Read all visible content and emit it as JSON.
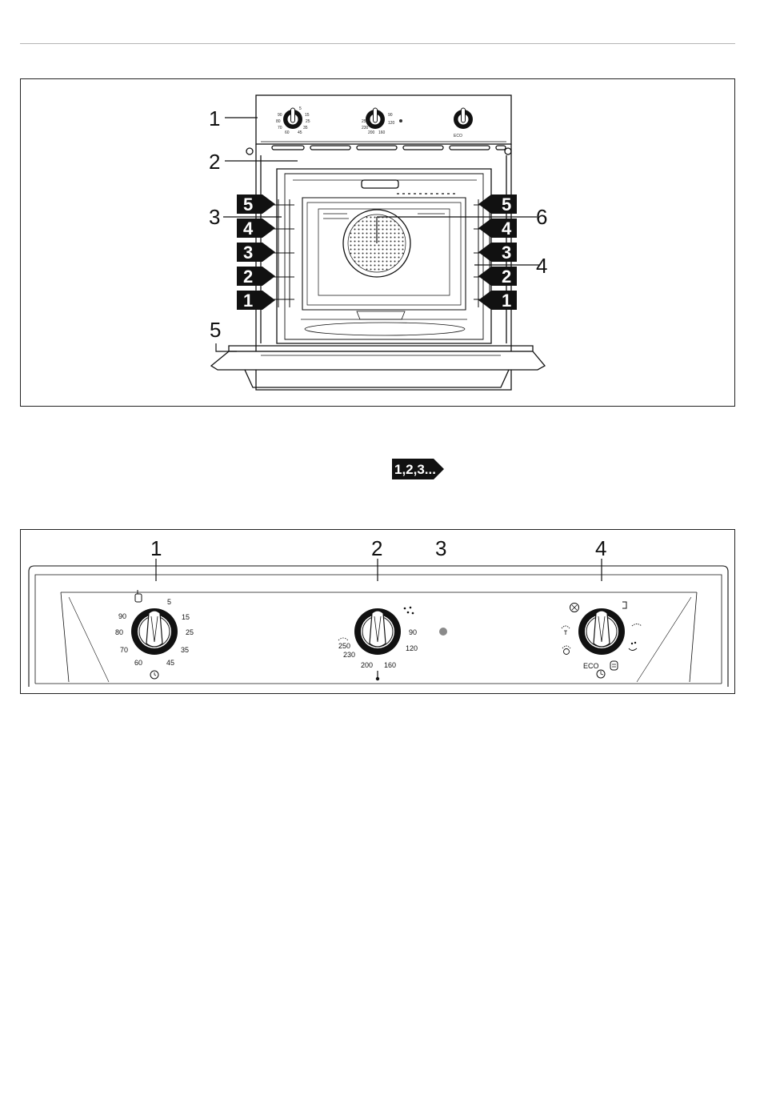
{
  "figure1": {
    "callouts": [
      "1",
      "2",
      "3",
      "6",
      "4",
      "5"
    ],
    "shelf_levels": [
      "5",
      "4",
      "3",
      "2",
      "1"
    ],
    "control_panel_labels": {
      "left": [
        "5",
        "15",
        "25",
        "35",
        "45",
        "60",
        "70",
        "80",
        "90"
      ],
      "middle": [
        "90",
        "120",
        "160",
        "200",
        "230",
        "250"
      ],
      "right": [
        "ECO"
      ]
    }
  },
  "badge": {
    "text": "1,2,3..."
  },
  "figure2": {
    "callouts": [
      "1",
      "2",
      "3",
      "4"
    ],
    "timer_dial": {
      "labels": [
        "5",
        "15",
        "25",
        "35",
        "45",
        "60",
        "70",
        "80",
        "90"
      ],
      "icons": [
        "hand-icon",
        "clock-icon"
      ]
    },
    "thermostat_dial": {
      "labels": [
        "90",
        "120",
        "160",
        "200",
        "230",
        "250"
      ],
      "icons": [
        "defrost-icon",
        "thermometer-icon"
      ]
    },
    "indicator_light": {
      "color": "#8a8a8a"
    },
    "function_dial": {
      "labels": [
        "ECO"
      ],
      "icons": [
        "fan-icon",
        "top-heat-icon",
        "grill-icon",
        "bottom-heat-icon",
        "grill-fan-icon",
        "defrost-fan-icon",
        "timer-icon",
        "cleaning-icon"
      ]
    }
  }
}
